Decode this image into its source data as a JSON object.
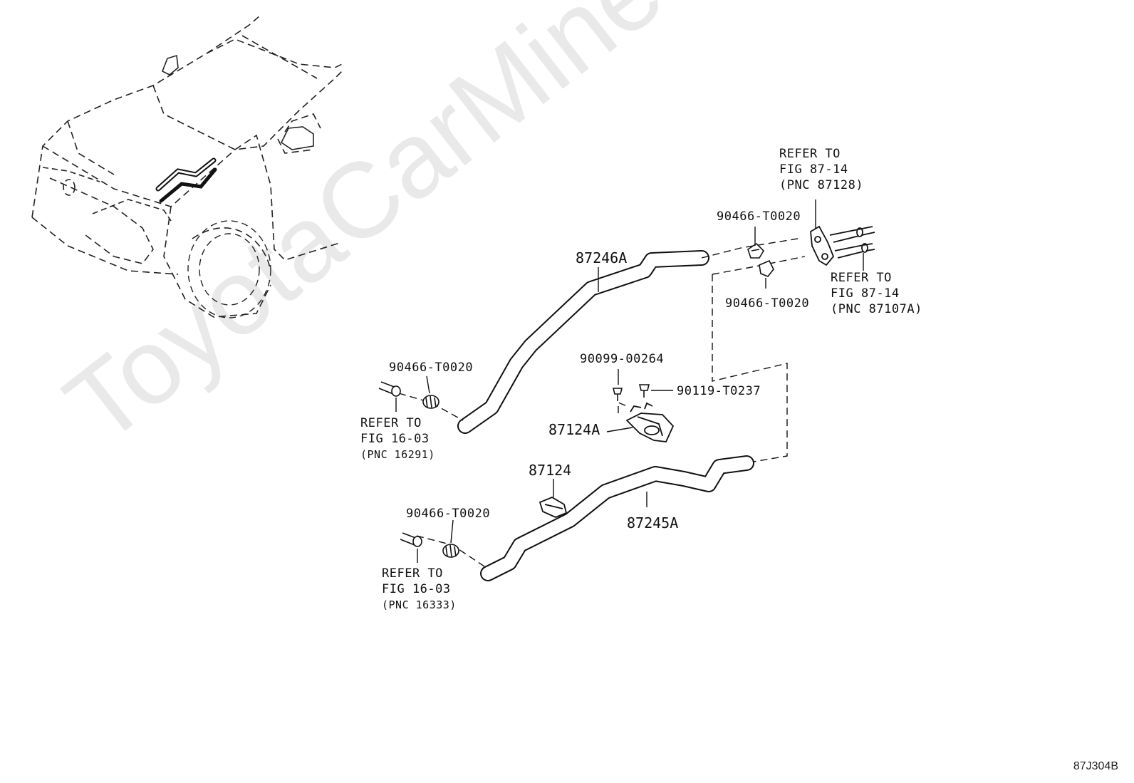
{
  "watermark": "ToyotaCarMine.ru",
  "figure_code": "87J304B",
  "parts": {
    "hose_upper": "87246A",
    "hose_lower": "87245A",
    "clamp_bracket": "87124A",
    "clamp": "87124",
    "bolt": "90099-00264",
    "screw": "90119-T0237"
  },
  "clip_labels": {
    "top_upper": "90466-T0020",
    "top_lower": "90466-T0020",
    "left_upper": "90466-T0020",
    "left_lower": "90466-T0020"
  },
  "refer_labels": {
    "r87128": [
      "REFER TO",
      "FIG 87-14",
      "(PNC 87128)"
    ],
    "r87107A": [
      "REFER TO",
      "FIG 87-14",
      "(PNC 87107A)"
    ],
    "r16291": [
      "REFER TO",
      "FIG 16-03",
      "(PNC 16291)"
    ],
    "r16333": [
      "REFER TO",
      "FIG 16-03",
      "(PNC 16333)"
    ]
  }
}
